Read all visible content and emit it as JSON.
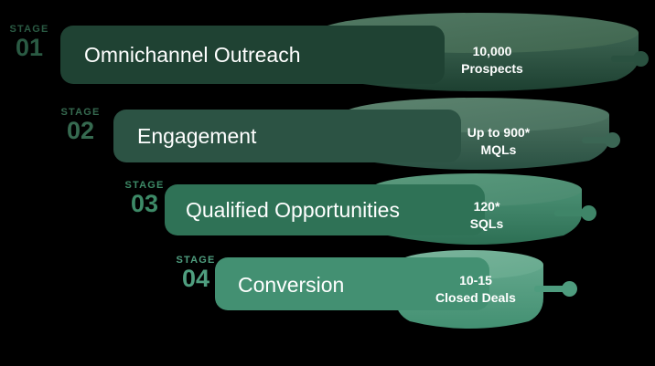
{
  "diagram": {
    "type": "funnel",
    "background": "#000000",
    "stages": [
      {
        "stage_label": "STAGE",
        "stage_number": "01",
        "title": "Omnichannel Outreach",
        "value_main": "10,000",
        "value_sub": "Prospects",
        "color": "#1f4233",
        "color_top": "#4d7360",
        "color_top_rim": "#5c806d",
        "number_color": "#2a5a43"
      },
      {
        "stage_label": "STAGE",
        "stage_number": "02",
        "title": "Engagement",
        "value_main": "Up to 900*",
        "value_sub": "MQLs",
        "color": "#2c5344",
        "color_top": "#58806c",
        "color_top_rim": "#6b8f7b",
        "number_color": "#366a50"
      },
      {
        "stage_label": "STAGE",
        "stage_number": "03",
        "title": "Qualified Opportunities",
        "value_main": "120*",
        "value_sub": "SQLs",
        "color": "#2f7256",
        "color_top": "#55916f",
        "color_top_rim": "#6aa183",
        "number_color": "#3d8a67"
      },
      {
        "stage_label": "STAGE",
        "stage_number": "04",
        "title": "Conversion",
        "value_main": "10-15",
        "value_sub": "Closed Deals",
        "color": "#439072",
        "color_top": "#72ab92",
        "color_top_rim": "#83b8a0",
        "number_color": "#4f9e7f"
      }
    ]
  }
}
